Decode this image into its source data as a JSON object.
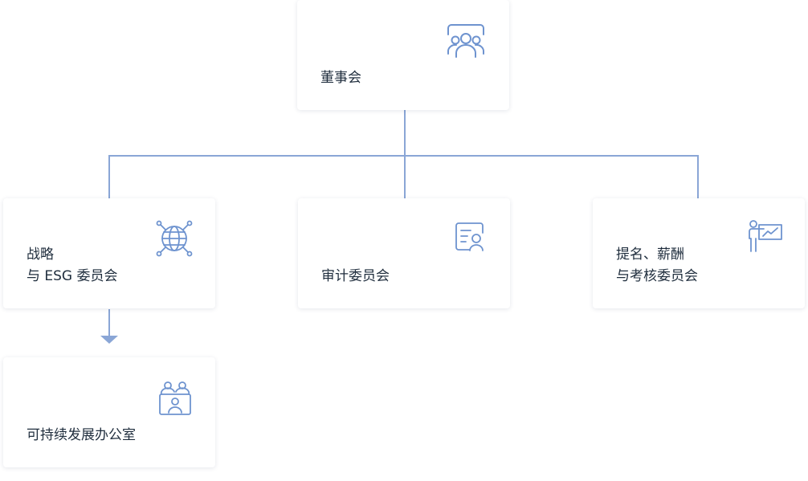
{
  "board": {
    "title": "董事会",
    "icon": "meeting-group-icon"
  },
  "committees": [
    {
      "line1": "战略",
      "line2": "与 ESG 委员会",
      "icon": "globe-network-icon"
    },
    {
      "line1": "审计委员会",
      "icon": "audit-document-icon"
    },
    {
      "line1": "提名、薪酬",
      "line2": "与考核委员会",
      "icon": "presentation-icon"
    }
  ],
  "office": {
    "title": "可持续发展办公室",
    "icon": "team-badge-icon"
  },
  "colors": {
    "connector": "#8aa6d6",
    "icon": "#6e93cf",
    "text": "#1f2d3d"
  }
}
